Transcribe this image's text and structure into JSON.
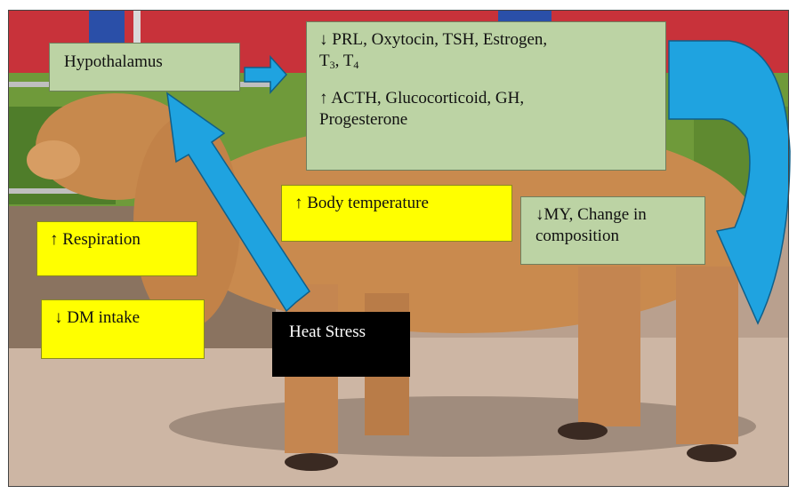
{
  "diagram": {
    "hypothalamus": "Hypothalamus",
    "hormones": {
      "decrease_line1": "↓ PRL, Oxytocin, TSH, Estrogen,",
      "t3": "T",
      "t3_sub": "3",
      "sep": ", ",
      "t4": "T",
      "t4_sub": "4",
      "increase_line1": "↑ ACTH, Glucocorticoid, GH,",
      "increase_line2": "Progesterone"
    },
    "body_temperature": "↑ Body temperature",
    "milk_yield": {
      "line1": "↓MY, Change in",
      "line2": "composition"
    },
    "respiration": "↑ Respiration",
    "dm_intake": "↓ DM intake",
    "heat_stress": "Heat Stress"
  },
  "colors": {
    "green_box": "#bcd3a4",
    "yellow_box": "#ffff00",
    "black_box": "#000000",
    "arrow_blue": "#1fa3e0"
  }
}
